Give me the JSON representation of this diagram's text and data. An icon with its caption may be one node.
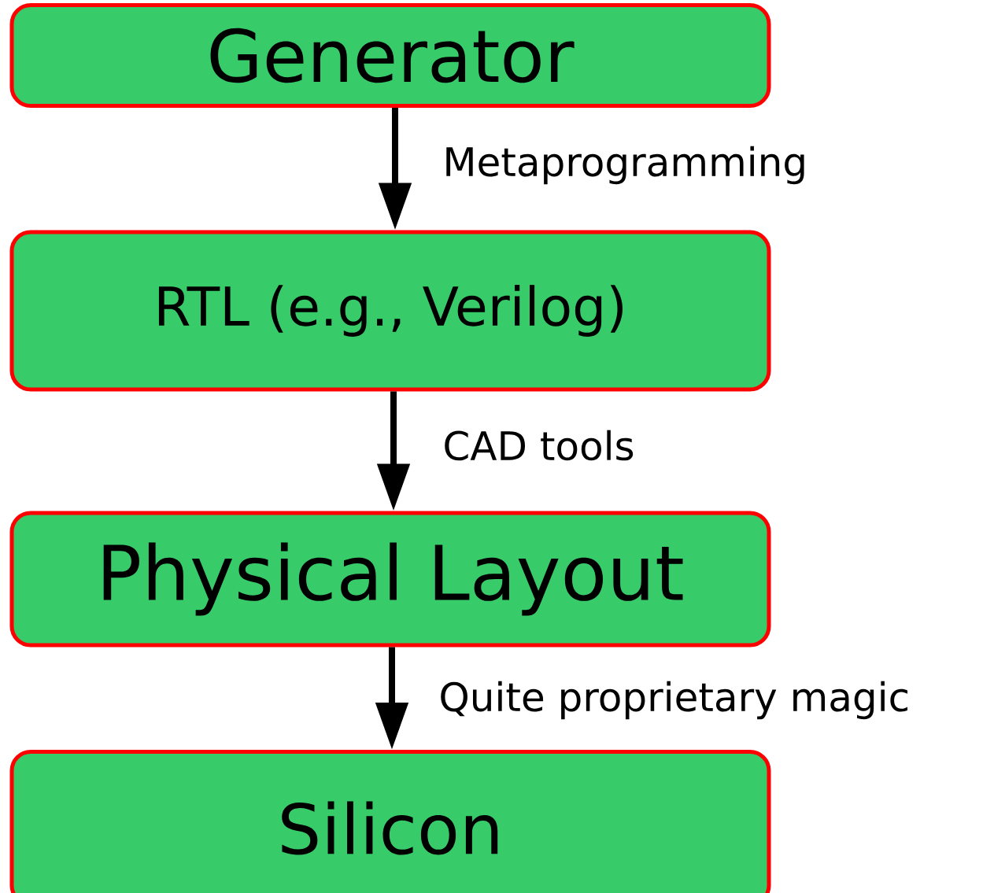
{
  "diagram": {
    "nodes": [
      {
        "text": [
          "Generator"
        ]
      },
      {
        "text": [
          "RTL (e.g., Verilog)"
        ]
      },
      {
        "text": [
          "Physical Layout"
        ]
      },
      {
        "text": [
          "Silicon"
        ]
      }
    ],
    "edges": [
      {
        "from": 0,
        "to": 1,
        "arrow": "to",
        "label": "Metaprogramming"
      },
      {
        "from": 1,
        "to": 2,
        "arrow": "to",
        "label": "CAD tools"
      },
      {
        "from": 2,
        "to": 3,
        "arrow": "to",
        "label": "Quite proprietary magic"
      }
    ]
  }
}
